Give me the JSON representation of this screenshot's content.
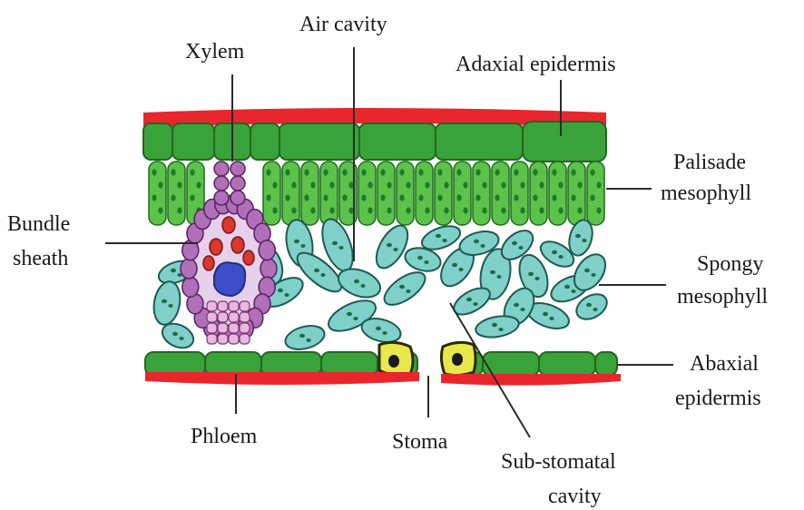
{
  "labels": {
    "air_cavity": "Air cavity",
    "xylem": "Xylem",
    "adaxial_epidermis": "Adaxial epidermis",
    "palisade_line1": "Palisade",
    "palisade_line2": "mesophyll",
    "bundle_line1": "Bundle",
    "bundle_line2": "sheath",
    "spongy_line1": "Spongy",
    "spongy_line2": "mesophyll",
    "abaxial_line1": "Abaxial",
    "abaxial_line2": "epidermis",
    "phloem": "Phloem",
    "stoma": "Stoma",
    "substomatal_line1": "Sub-stomatal",
    "substomatal_line2": "cavity"
  },
  "colors": {
    "cuticle": "#e8262c",
    "epidermis": "#3aa23a",
    "palisade": "#5cc24a",
    "chloroplast": "#1f7a2a",
    "spongy": "#7fd0c8",
    "spongy_chloroplast": "#1d6a4a",
    "bundle_sheath": "#b070b8",
    "xylem": "#d8382e",
    "phloem": "#e8b8e0",
    "vessel": "#3c4ec8",
    "guard_cell": "#e8e84a"
  }
}
